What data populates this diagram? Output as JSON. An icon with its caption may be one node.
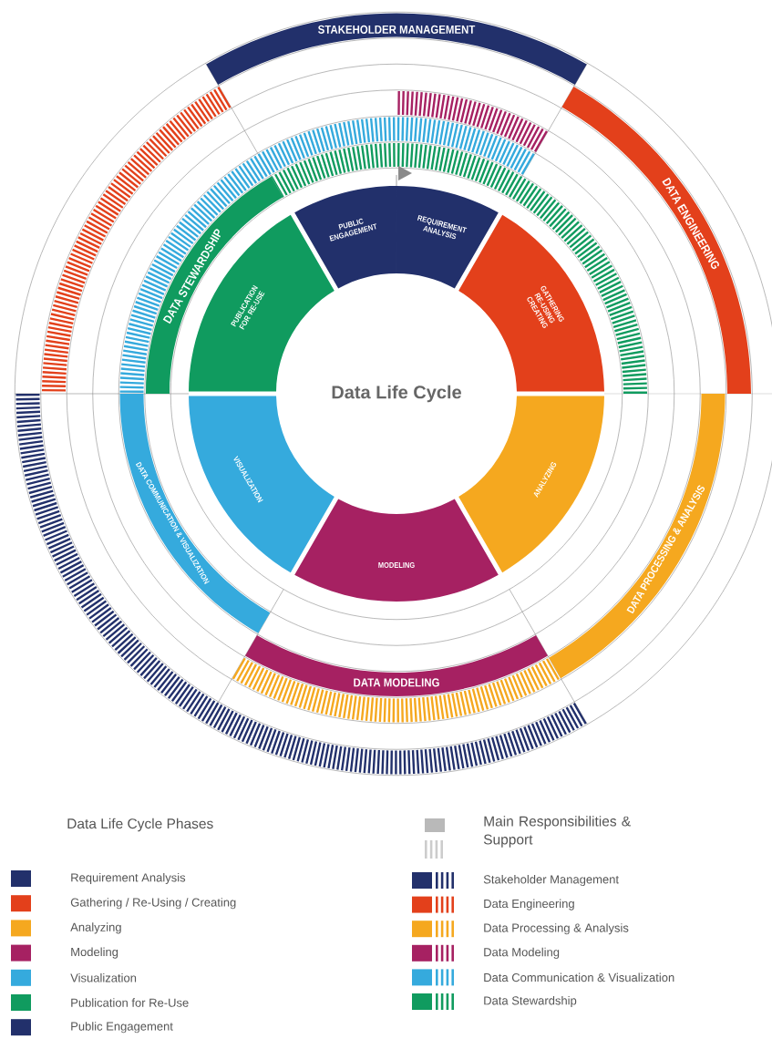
{
  "diagram": {
    "title": "Data Life Cycle",
    "nodes": [
      {
        "text": [
          "REQUIREMENT ANALYSIS"
        ]
      },
      {
        "text": [
          "GATHERING RE-USING CREATING"
        ]
      },
      {
        "text": [
          "ANALYZING"
        ]
      },
      {
        "text": [
          "MODELING"
        ]
      },
      {
        "text": [
          "VISUALIZATION"
        ]
      },
      {
        "text": [
          "PUBLICATION FOR RE-USE"
        ]
      },
      {
        "text": [
          "PUBLIC ENGAGEMENT"
        ]
      },
      {
        "text": [
          "STAKEHOLDER MANAGEMENT"
        ]
      },
      {
        "text": [
          "DATA ENGINEERING"
        ]
      },
      {
        "text": [
          "DATA PROCESSING & ANALYSIS"
        ]
      },
      {
        "text": [
          "DATA MODELING"
        ]
      },
      {
        "text": [
          "DATA COMMUNICATION & VISUALIZATION"
        ]
      },
      {
        "text": [
          "DATA STEWARDSHIP"
        ]
      }
    ],
    "edges": [
      {
        "from": 6,
        "to": 0,
        "arrow": "to"
      }
    ],
    "labels": [
      "Data Life Cycle Phases",
      "Main Responsibilities & Support"
    ],
    "legend": [
      {
        "text": "Requirement Analysis",
        "color": "#22306b"
      },
      {
        "text": "Gathering / Re-Using / Creating",
        "color": "#e3401b"
      },
      {
        "text": "Analyzing",
        "color": "#f5a81f"
      },
      {
        "text": "Modeling",
        "color": "#a62162"
      },
      {
        "text": "Visualization",
        "color": "#35aadd"
      },
      {
        "text": "Publication for Re-Use",
        "color": "#109b5f"
      },
      {
        "text": "Public Engagement",
        "color": "#22306b"
      },
      {
        "text": "Stakeholder Management",
        "color": "#22306b"
      },
      {
        "text": "Data Engineering",
        "color": "#e3401b"
      },
      {
        "text": "Data Processing & Analysis",
        "color": "#f5a81f"
      },
      {
        "text": "Data Modeling",
        "color": "#a62162"
      },
      {
        "text": "Data Communication & Visualization",
        "color": "#35aadd"
      },
      {
        "text": "Data Stewardship",
        "color": "#109b5f"
      }
    ]
  }
}
